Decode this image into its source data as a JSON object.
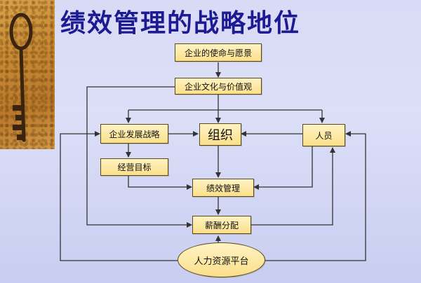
{
  "slide": {
    "title": "绩效管理的战略地位"
  },
  "nodes": {
    "mission": "企业的使命与愿景",
    "culture": "企业文化与价值观",
    "strategy": "企业发展战略",
    "organization": "组织",
    "personnel": "人员",
    "goals": "经营目标",
    "performance": "绩效管理",
    "compensation": "薪酬分配",
    "hr_platform": "人力资源平台"
  },
  "colors": {
    "title": "#1d1b94",
    "node_fill": "#fbdf8a",
    "line": "#333333",
    "background": "#d9dbf6"
  }
}
